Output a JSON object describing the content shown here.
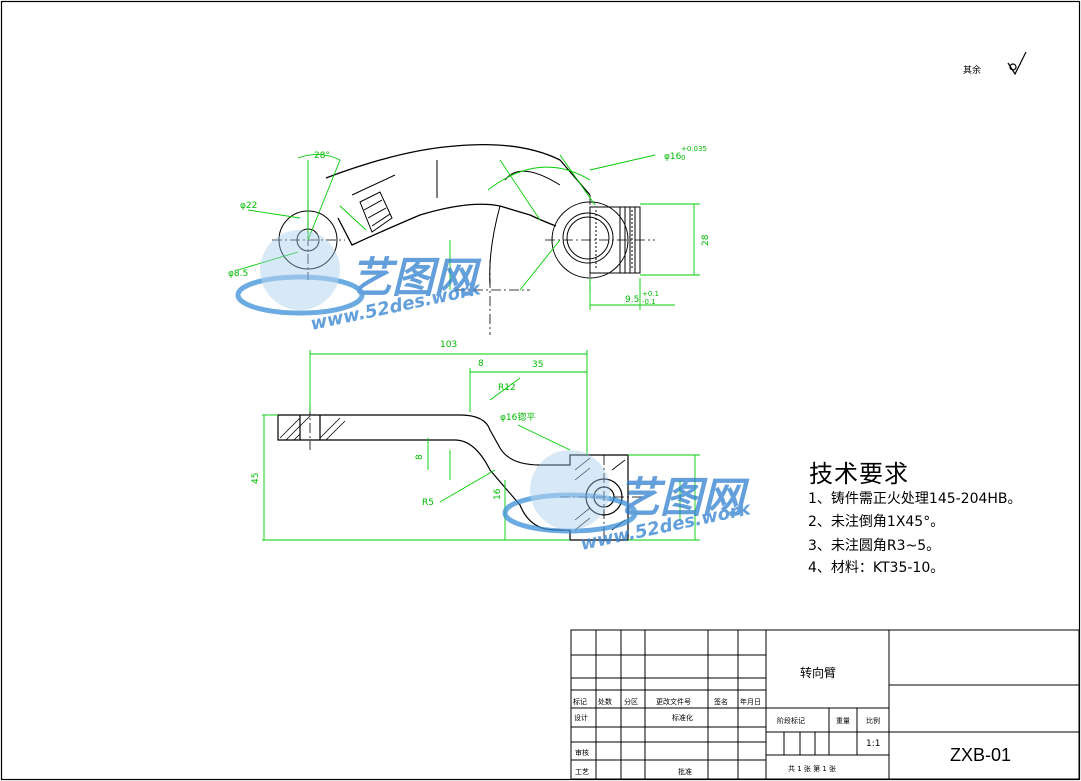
{
  "roughness": {
    "label": "其余"
  },
  "technical_requirements": {
    "title": "技术要求",
    "items": [
      "1、铸件需正火处理145-204HB。",
      "2、未注倒角1X45°。",
      "3、未注圆角R3~5。",
      "4、材料：KT35-10。"
    ]
  },
  "dimensions": {
    "angle_top": "28°",
    "dia_22": "φ22",
    "dia_8_5": "φ8.5",
    "dia_16": "φ16",
    "dia_16_tol": "+0.035",
    "dia_16_tol_low": "0",
    "len_28": "28",
    "len_9_5": "9.5",
    "len_9_5_tol": "+0.1",
    "len_9_5_tol_low": "-0.1",
    "len_103": "103",
    "len_8": "8",
    "len_35": "35",
    "r_12": "R12",
    "dia_16_hole": "φ16锪平",
    "r_5": "R5",
    "len_45": "45",
    "len_8_small": "8",
    "len_16": "16"
  },
  "watermark": {
    "brand": "艺图网",
    "url": "www.52des.work"
  },
  "title_block": {
    "part_name": "转向臂",
    "drawing_no": "ZXB-01",
    "scale": "1:1",
    "labels": [
      "标记",
      "处数",
      "分区",
      "更改文件号",
      "签名",
      "年月日",
      "设计",
      "标准化",
      "阶段标记",
      "重量",
      "比例",
      "审核",
      "工艺",
      "批准"
    ],
    "sheet_info": "共 1 张    第 1 张"
  }
}
